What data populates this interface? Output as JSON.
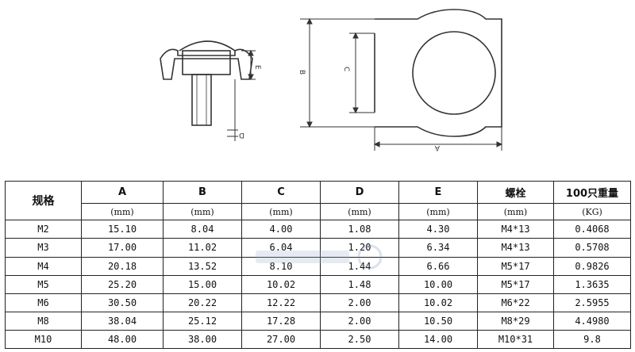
{
  "drawing_labels": {
    "A": "A",
    "B": "B",
    "C": "C",
    "D": "D",
    "E": "E"
  },
  "table": {
    "name_header": "规格",
    "columns": [
      {
        "header": "A",
        "unit": "(mm)"
      },
      {
        "header": "B",
        "unit": "(mm)"
      },
      {
        "header": "C",
        "unit": "(mm)"
      },
      {
        "header": "D",
        "unit": "(mm)"
      },
      {
        "header": "E",
        "unit": "(mm)"
      },
      {
        "header": "螺栓",
        "unit": "(mm)"
      },
      {
        "header": "100只重量",
        "unit": "(KG)"
      }
    ],
    "rows": [
      {
        "size": "M2",
        "values": [
          "15.10",
          "8.04",
          "4.00",
          "1.08",
          "4.30",
          "M4*13",
          "0.4068"
        ]
      },
      {
        "size": "M3",
        "values": [
          "17.00",
          "11.02",
          "6.04",
          "1.20",
          "6.34",
          "M4*13",
          "0.5708"
        ]
      },
      {
        "size": "M4",
        "values": [
          "20.18",
          "13.52",
          "8.10",
          "1.44",
          "6.66",
          "M5*17",
          "0.9826"
        ]
      },
      {
        "size": "M5",
        "values": [
          "25.20",
          "15.00",
          "10.02",
          "1.48",
          "10.00",
          "M5*17",
          "1.3635"
        ]
      },
      {
        "size": "M6",
        "values": [
          "30.50",
          "20.22",
          "12.22",
          "2.00",
          "10.02",
          "M6*22",
          "2.5955"
        ]
      },
      {
        "size": "M8",
        "values": [
          "38.04",
          "25.12",
          "17.28",
          "2.00",
          "10.50",
          "M8*29",
          "4.4980"
        ]
      },
      {
        "size": "M10",
        "values": [
          "48.00",
          "38.00",
          "27.00",
          "2.50",
          "14.00",
          "M10*31",
          "9.8"
        ]
      }
    ]
  }
}
